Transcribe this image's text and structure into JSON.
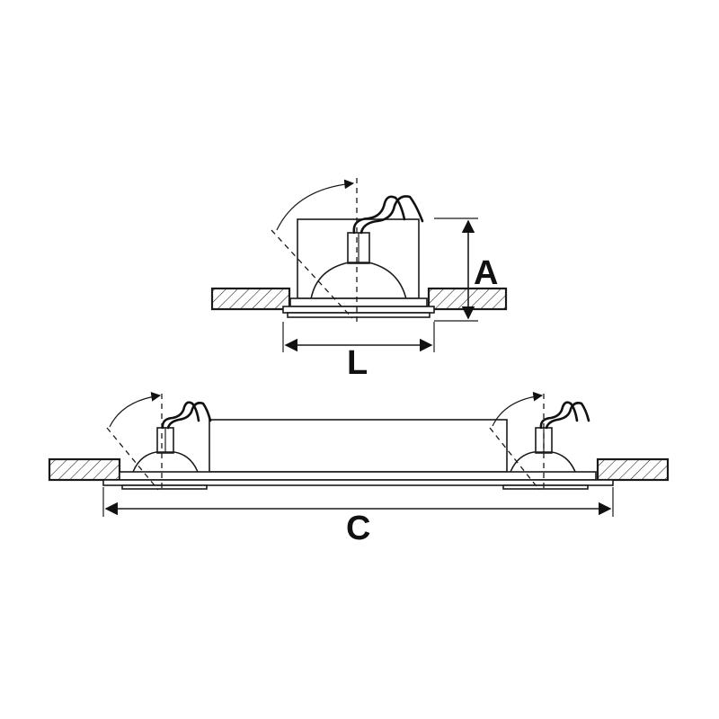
{
  "dimensions": {
    "height_label": "A",
    "width_label": "L",
    "length_label": "C"
  }
}
